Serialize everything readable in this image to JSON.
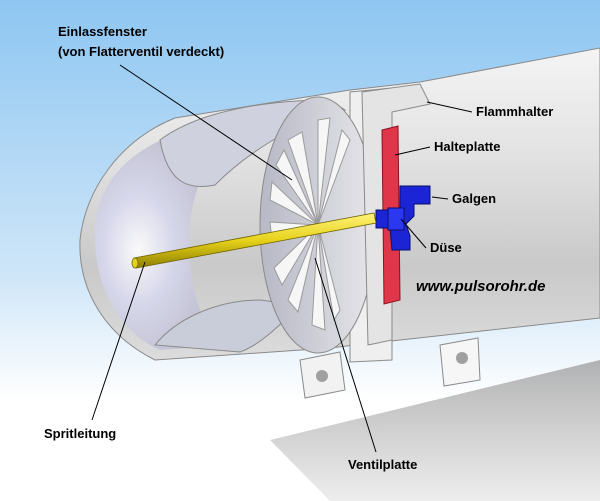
{
  "labels": {
    "einlassfenster": "Einlassfenster",
    "einlassfenster_note": "(von Flatterventil verdeckt)",
    "flammhalter": "Flammhalter",
    "halteplatte": "Halteplatte",
    "galgen": "Galgen",
    "duese": "Düse",
    "url": "www.pulsorohr.de",
    "spritleitung": "Spritleitung",
    "ventilplatte": "Ventilplatte"
  },
  "colors": {
    "sky_top": "#8ec6f2",
    "sky_bottom": "#ffffff",
    "halteplatte": "#e0364a",
    "galgen": "#1b25d6",
    "spritleitung": "#e6d21a"
  }
}
